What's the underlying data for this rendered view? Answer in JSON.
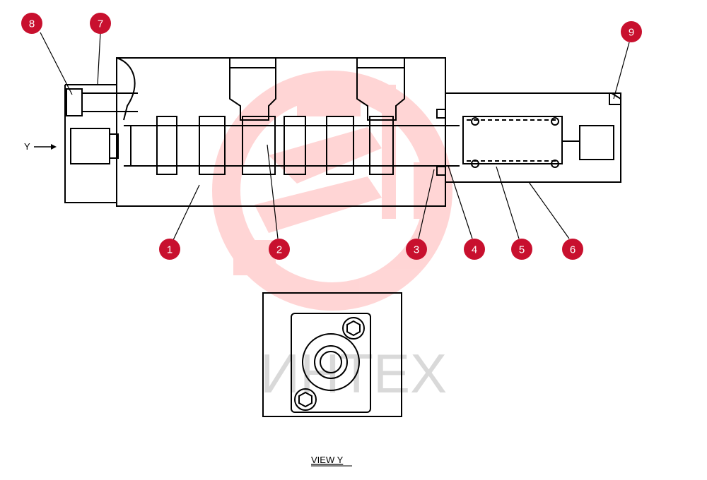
{
  "direction_label": "Y",
  "view_caption": "VIEW  Y",
  "watermark_text": "ИНТЕХ",
  "callout_color": "#c8102e",
  "callouts": [
    {
      "num": "1"
    },
    {
      "num": "2"
    },
    {
      "num": "3"
    },
    {
      "num": "4"
    },
    {
      "num": "5"
    },
    {
      "num": "6"
    },
    {
      "num": "7"
    },
    {
      "num": "8"
    },
    {
      "num": "9"
    }
  ]
}
